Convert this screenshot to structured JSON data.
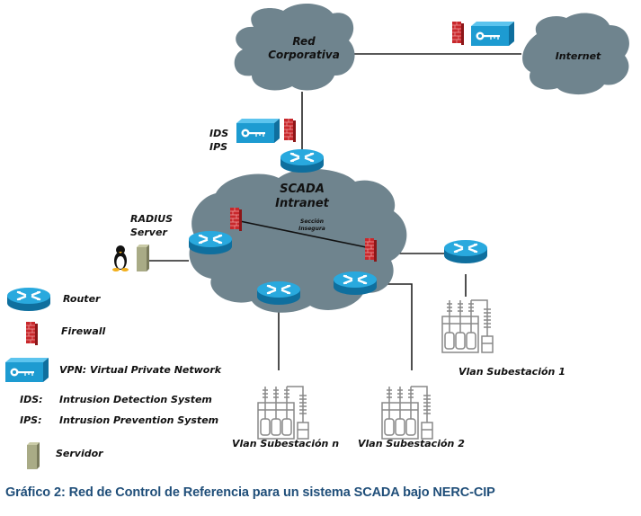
{
  "diagram": {
    "clouds": {
      "corporate": {
        "line1": "Red",
        "line2": "Corporativa"
      },
      "internet": {
        "label": "Internet"
      },
      "scada": {
        "line1": "SCADA",
        "line2": "Intranet"
      }
    },
    "ids_ips": {
      "line1": "IDS",
      "line2": "IPS"
    },
    "insecure_section": {
      "line1": "Sección",
      "line2": "Insegura"
    },
    "radius": {
      "line1": "RADIUS",
      "line2": "Server"
    },
    "substations": [
      {
        "label": "Vlan Subestación 1"
      },
      {
        "label": "Vlan Subestación n"
      },
      {
        "label": "Vlan Subestación 2"
      }
    ]
  },
  "legend": {
    "router": "Router",
    "firewall": "Firewall",
    "vpn": "VPN: Virtual Private Network",
    "ids_abbr": "IDS:",
    "ids_desc": "Intrusion Detection System",
    "ips_abbr": "IPS:",
    "ips_desc": "Intrusion Prevention System",
    "server": "Servidor"
  },
  "caption": "Gráfico 2: Red de Control de Referencia para un sistema SCADA bajo NERC-CIP",
  "colors": {
    "cloud": "#6f848e",
    "router": "#1d9bd1",
    "firewall": "#c8282c",
    "vpn": "#1d9bd1",
    "caption": "#1f4e79"
  }
}
